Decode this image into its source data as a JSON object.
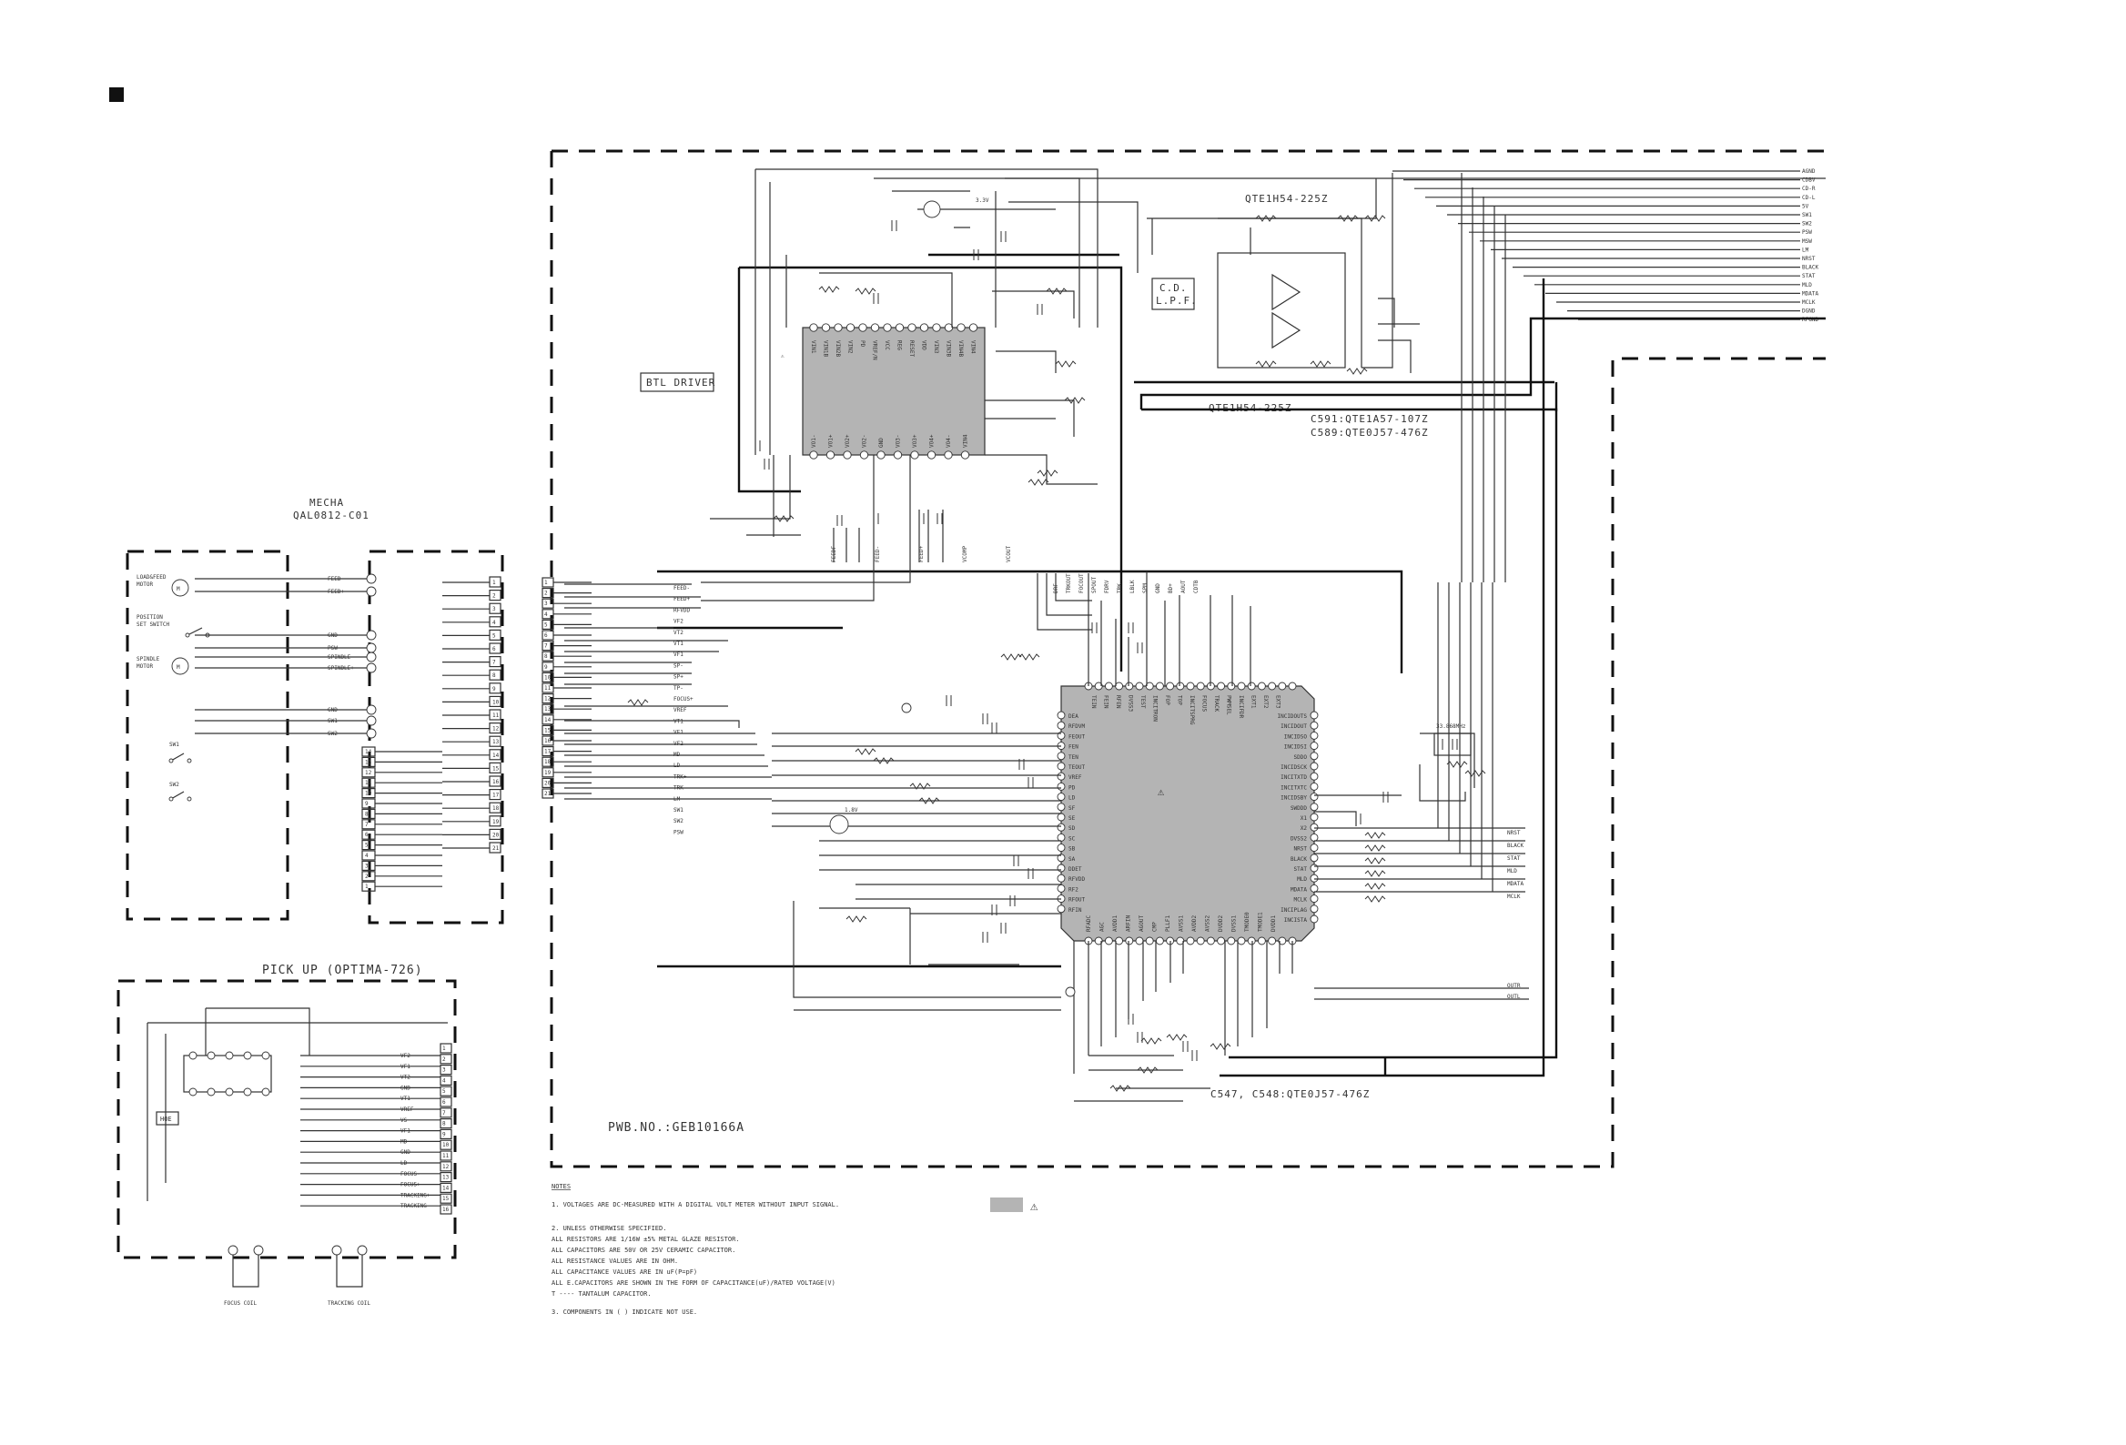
{
  "section_marker": "■",
  "labels": {
    "btl_driver": "BTL DRIVER",
    "cd_lpf": "C.D.\nL.P.F.",
    "cd_lpf_line1": "C.D.",
    "cd_lpf_line2": "L.P.F.",
    "qte_top": "QTE1H54-225Z",
    "qte_bottom": "QTE1H54-225Z",
    "c591": "C591:QTE1A57-107Z",
    "c589": "C589:QTE0J57-476Z",
    "c547": "C547, C548:QTE0J57-476Z",
    "pwb_no": "PWB.NO.:GEB10166A",
    "mecha_title": "MECHA",
    "mecha_part": "QAL0812-C01",
    "pickup_title": "PICK UP  (OPTIMA-726)",
    "hoe": "HOE",
    "focus_coil": "FOCUS COIL",
    "tracking_coil": "TRACKING COIL",
    "voltage_33": "3.3V",
    "voltage_18": "1.8V",
    "crystal": "33.868MHz"
  },
  "notes": {
    "title": "NOTES",
    "lines": [
      "1. VOLTAGES ARE DC-MEASURED WITH A DIGITAL VOLT METER WITHOUT INPUT SIGNAL.",
      "2. UNLESS OTHERWISE SPECIFIED.",
      "   ALL RESISTORS ARE 1/16W ±5% METAL GLAZE RESISTOR.",
      "   ALL CAPACITORS ARE 50V OR 25V CERAMIC CAPACITOR.",
      "   ALL RESISTANCE VALUES ARE IN OHM.",
      "   ALL CAPACITANCE VALUES ARE IN uF(P=pF)",
      "   ALL E.CAPACITORS ARE SHOWN IN THE FORM OF CAPACITANCE(uF)/RATED VOLTAGE(V)",
      "   T ---- TANTALUM CAPACITOR.",
      "3. COMPONENTS IN (  ) INDICATE NOT USE."
    ],
    "warning_symbol": "⚠"
  },
  "right_signals": [
    "AGND",
    "CDBV",
    "CD-R",
    "CD-L",
    "5V",
    "SW1",
    "SW2",
    "PSW",
    "MSW",
    "LM",
    "NRST",
    "BLACK",
    "STAT",
    "MLD",
    "MDATA",
    "MCLK",
    "DGND",
    "RFGND"
  ],
  "mecha_motors": {
    "load_feed": "LOAD&FEED\nMOTOR",
    "position_switch": "POSITION\nSET SWITCH",
    "spindle": "SPINDLE\nMOTOR",
    "sw1": "SW1",
    "sw2": "SW2"
  },
  "mecha_connector_pins": [
    "1",
    "2",
    "3",
    "4",
    "5",
    "6",
    "7",
    "8",
    "9",
    "10",
    "11",
    "12",
    "13",
    "14",
    "15",
    "16",
    "17",
    "18",
    "19",
    "20",
    "21"
  ],
  "left_connector_pins": [
    "1",
    "2",
    "3",
    "4",
    "5",
    "6",
    "7",
    "8",
    "9",
    "10",
    "11",
    "12",
    "13",
    "14",
    "15",
    "16",
    "17",
    "18",
    "19",
    "20",
    "21"
  ],
  "pickup_pins": [
    "1",
    "2",
    "3",
    "4",
    "5",
    "6",
    "7",
    "8",
    "9",
    "10",
    "11",
    "12",
    "13",
    "14",
    "15",
    "16"
  ],
  "pickup_signals": [
    "VF2",
    "VF1",
    "VT2",
    "GND",
    "VT1",
    "VREF",
    "VS",
    "VF1",
    "MD",
    "GND",
    "LD",
    "FOCUS-",
    "FOCUS+",
    "TRACKING+",
    "TRACKING-"
  ],
  "mecha_wire_labels": [
    "FEED-",
    "FEED+",
    "GND",
    "PSW",
    "SPINDLE-",
    "SPINDLE+",
    "GND",
    "SW1",
    "SW2"
  ],
  "dsp_left_pins": [
    "DEA",
    "RFDVM",
    "FEOUT",
    "FEN",
    "TEN",
    "TEOUT",
    "VREF",
    "PD",
    "LD",
    "SF",
    "SE",
    "SD",
    "SC",
    "SB",
    "SA",
    "DDET",
    "RFVDD",
    "RF2",
    "RFOUT",
    "RFIN"
  ],
  "dsp_right_pins": [
    "INCIDOUTS",
    "INCIDOUT",
    "INCIDSO",
    "INCIDSI",
    "SDDO",
    "INCIDSCK",
    "INCITXTD",
    "INCITXTC",
    "INCIDSBY",
    "SWDDD",
    "X1",
    "X2",
    "DVSS2",
    "NRST",
    "BLACK",
    "STAT",
    "MLD",
    "MDATA",
    "MCLK",
    "INCIPLAG",
    "INCISTA"
  ],
  "dsp_bottom_labels": [
    "RFADC",
    "AGC",
    "AVDD1",
    "ARFIN",
    "AGOUT",
    "CMP",
    "PLLF1",
    "AVSS1",
    "AVDD2",
    "AVSS2",
    "DVDD2",
    "DVSS1",
    "TMODE0",
    "TMODE1",
    "DVDD1"
  ],
  "dsp_top_labels": [
    "TEIN",
    "FEIN",
    "RFEN",
    "DVSS3",
    "TEST",
    "INCITRON",
    "FOP",
    "TOP",
    "INCITSPRG",
    "FOCUS",
    "TRACK",
    "PWMSEL",
    "INCIFDR",
    "EXT1",
    "EXT2",
    "EXT3"
  ],
  "btl_top_pins": [
    "VIN1",
    "VIN1B",
    "VIN2B",
    "VIN2",
    "PD",
    "VREF/N",
    "VCC",
    "REG",
    "RESET",
    "VDD",
    "VIN3",
    "VIN3B",
    "VIN4B",
    "VIN4"
  ],
  "btl_bottom_pins": [
    "VO1-",
    "VO1+",
    "VO2+",
    "VO2-",
    "GND",
    "VO3-",
    "VO3+",
    "VO4+",
    "VO4-",
    "VIN4"
  ],
  "dsp_net_labels_top": [
    "DRF",
    "TRKOUT",
    "FOCOUT",
    "SPOUT",
    "FDRV",
    "TRK",
    "LBLK",
    "SPM",
    "GND",
    "BD+",
    "AOUT",
    "CDTB"
  ],
  "btl_net_labels": [
    "FEEDF",
    "FEED-",
    "FEED+",
    "VCOMP",
    "VCOUT"
  ],
  "mid_net_labels": [
    "FEED-",
    "FEED+",
    "RFVDD",
    "VF2",
    "VT2",
    "VT1",
    "VF1",
    "SP-",
    "SP+",
    "TP-",
    "FOCUS+",
    "VREF",
    "VT1",
    "VF1",
    "VF2",
    "MD",
    "LD",
    "TRK+",
    "TRK-",
    "LM",
    "SW1",
    "SW2",
    "PSW"
  ],
  "out_labels": [
    "OUTR",
    "OUTL",
    "NRST",
    "BLACK",
    "STAT",
    "MLD",
    "MDATA",
    "MCLK"
  ]
}
